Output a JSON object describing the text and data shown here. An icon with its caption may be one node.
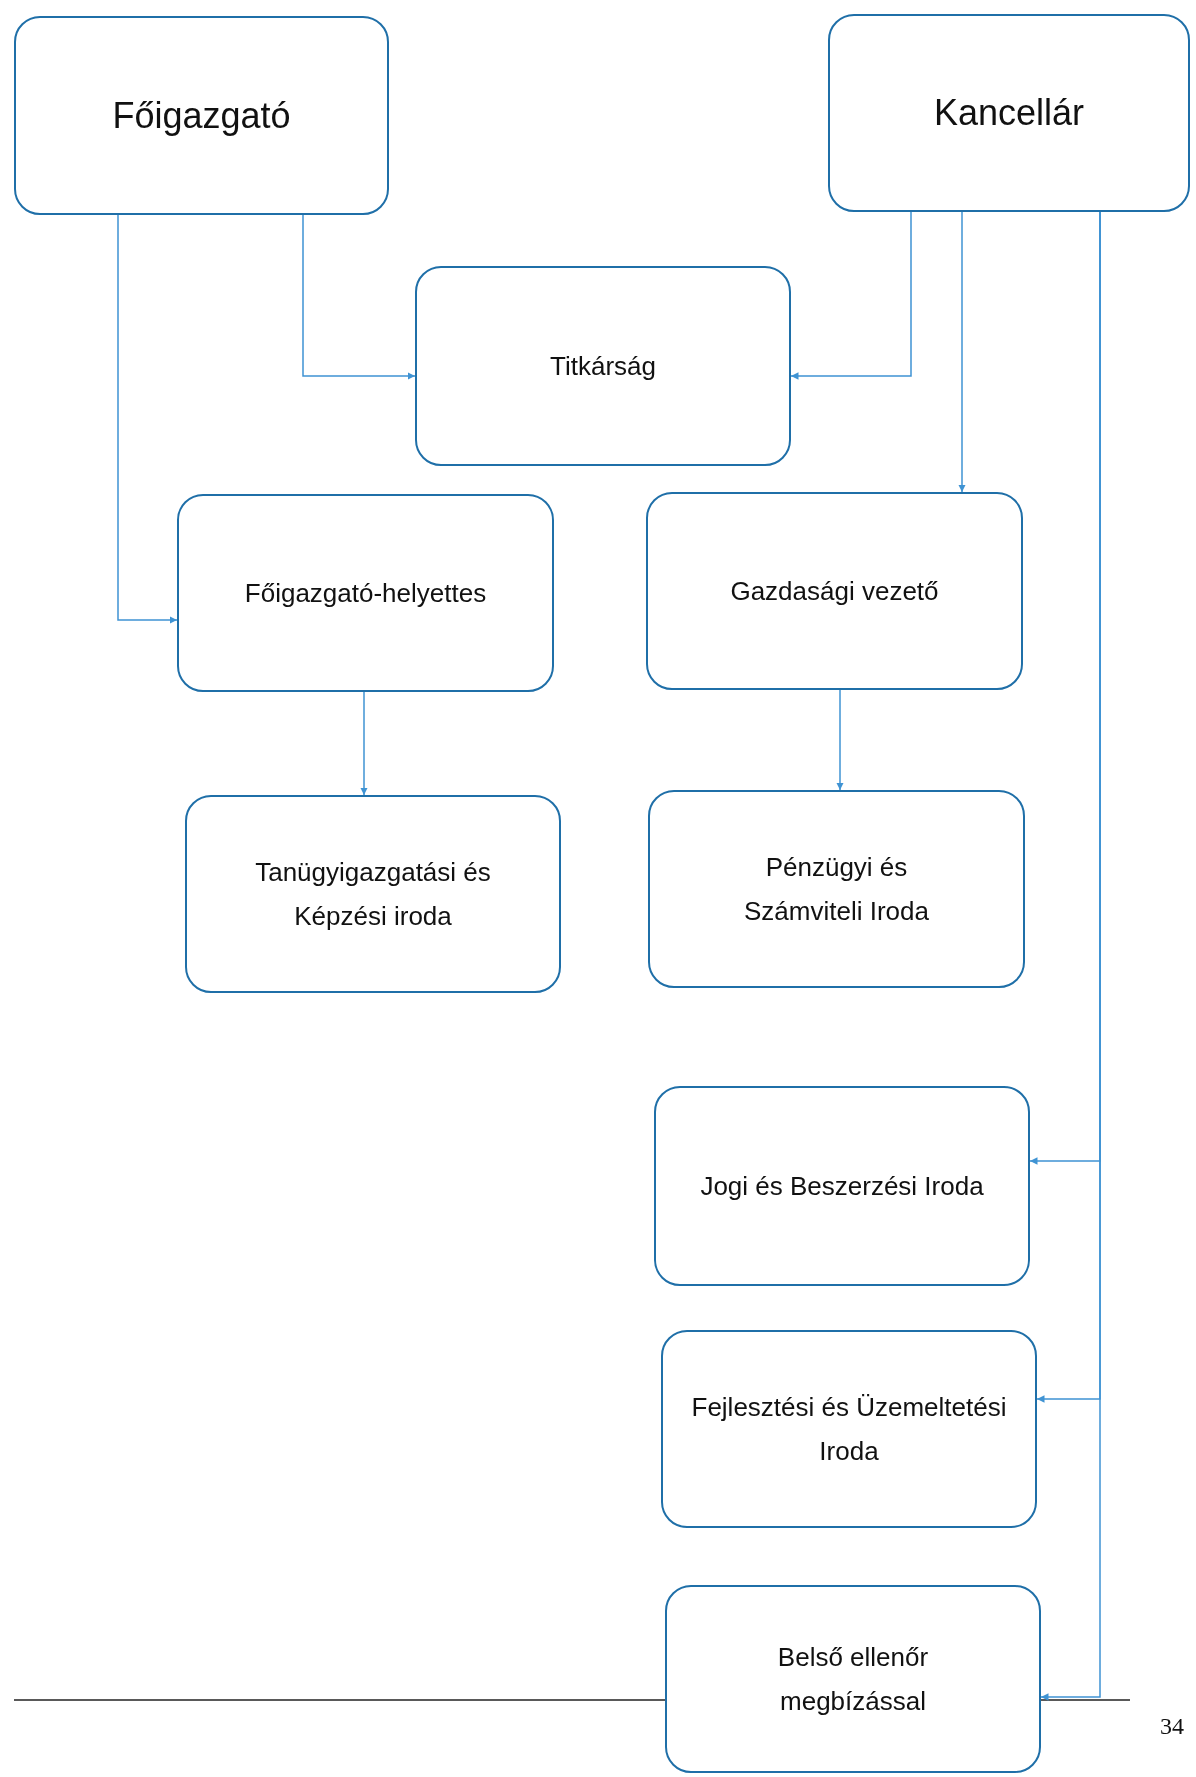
{
  "diagram": {
    "nodes": [
      {
        "text": [
          "Főigazgató"
        ]
      },
      {
        "text": [
          "Kancellár"
        ]
      },
      {
        "text": [
          "Titkárság"
        ]
      },
      {
        "text": [
          "Főigazgató-helyettes"
        ]
      },
      {
        "text": [
          "Gazdasági vezető"
        ]
      },
      {
        "text": [
          "Tanügyigazgatási és Képzési iroda"
        ]
      },
      {
        "text": [
          "Pénzügyi és Számviteli Iroda"
        ]
      },
      {
        "text": [
          "Jogi és Beszerzési Iroda"
        ]
      },
      {
        "text": [
          "Fejlesztési és Üzemeltetési Iroda"
        ]
      },
      {
        "text": [
          "Belső ellenőr megbízással"
        ]
      }
    ],
    "edges": [
      {
        "from": 0,
        "to": 2,
        "arrow": "to"
      },
      {
        "from": 0,
        "to": 3,
        "arrow": "to"
      },
      {
        "from": 1,
        "to": 2,
        "arrow": "to"
      },
      {
        "from": 1,
        "to": 4,
        "arrow": "to"
      },
      {
        "from": 3,
        "to": 5,
        "arrow": "to"
      },
      {
        "from": 4,
        "to": 6,
        "arrow": "to"
      },
      {
        "from": 1,
        "to": 7,
        "arrow": "to"
      },
      {
        "from": 1,
        "to": 8,
        "arrow": "to"
      },
      {
        "from": 1,
        "to": 9,
        "arrow": "to"
      }
    ],
    "labels": [
      "34"
    ]
  }
}
